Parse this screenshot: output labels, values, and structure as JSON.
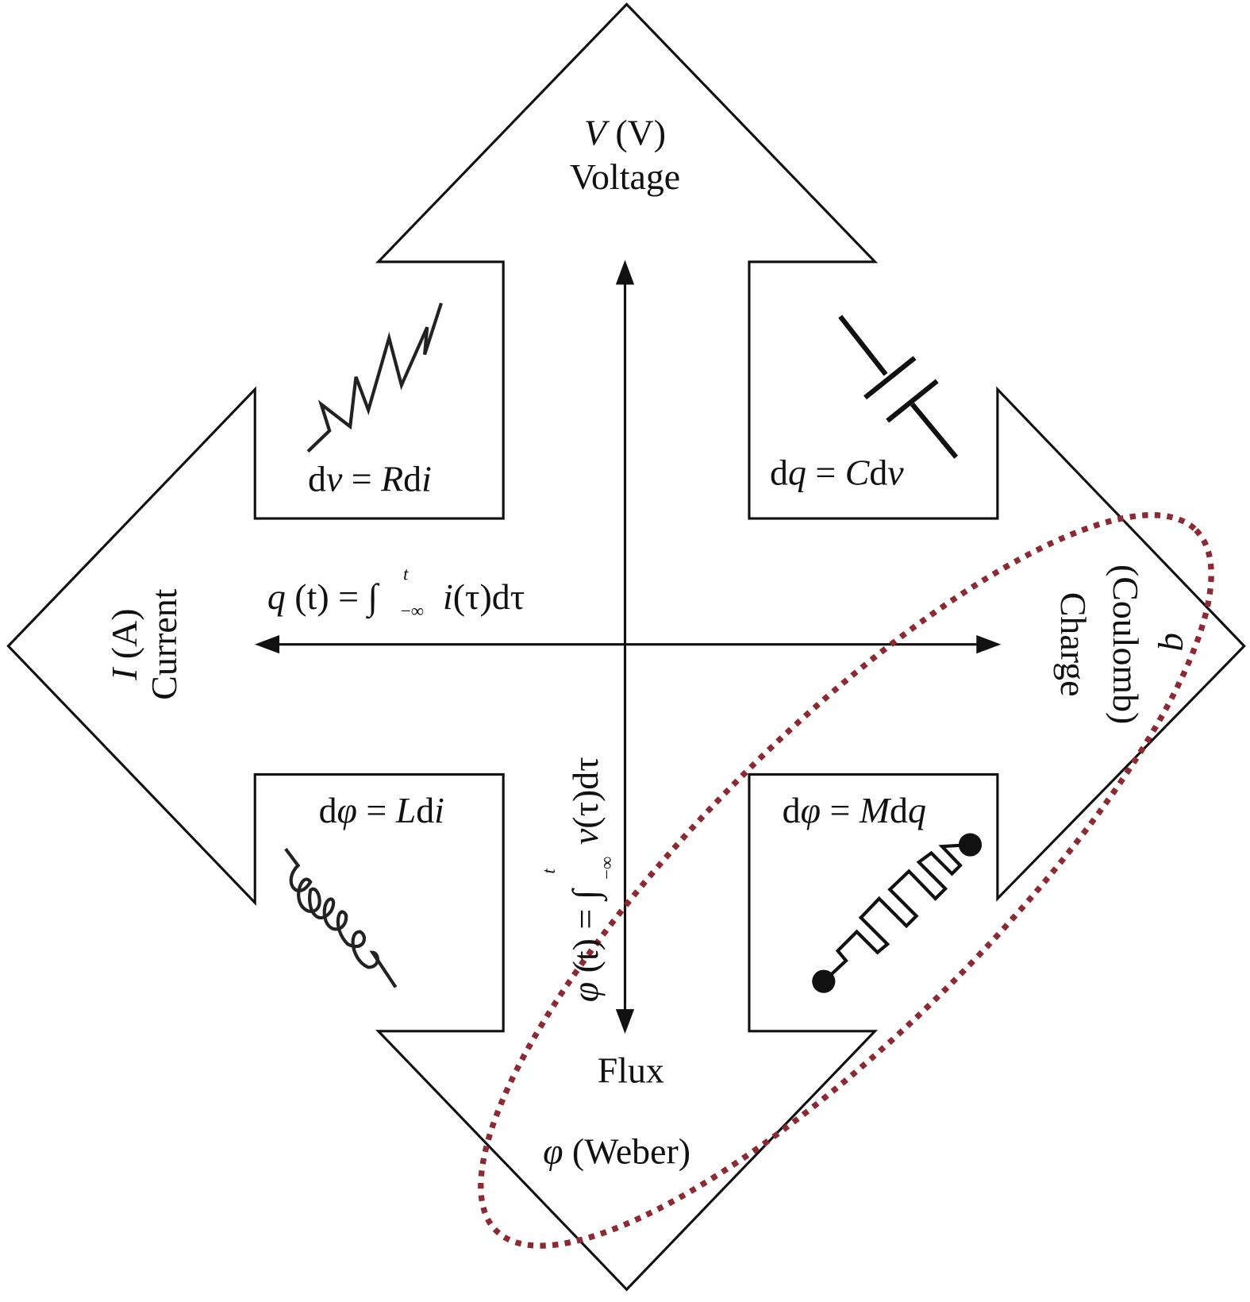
{
  "axes": {
    "voltage": {
      "symbol": "V",
      "unit": "(V)",
      "name": "Voltage"
    },
    "current": {
      "symbol": "I",
      "unit": "(A)",
      "name": "Current"
    },
    "charge": {
      "symbol": "q",
      "unit": "(Coulomb)",
      "name": "Charge"
    },
    "flux": {
      "symbol": "φ",
      "unit": "(Weber)",
      "name": "Flux"
    }
  },
  "relations": {
    "charge_integral": {
      "lhs": "q",
      "arg": "(t) =",
      "int": "∫",
      "upper": "t",
      "lower": "−∞",
      "rhs_var": "i",
      "rhs": "(τ)dτ"
    },
    "flux_integral": {
      "lhs": "φ",
      "arg": "(t) =",
      "int": "∫",
      "upper": "t",
      "lower": "−∞",
      "rhs_var": "v",
      "rhs": "(τ)dτ"
    }
  },
  "elements": {
    "resistor": {
      "d1": "d",
      "v1": "v",
      "eq": " = ",
      "k": "R",
      "d2": "d",
      "v2": "i"
    },
    "capacitor": {
      "d1": "d",
      "v1": "q",
      "eq": " = ",
      "k": "C",
      "d2": "d",
      "v2": "v"
    },
    "inductor": {
      "d1": "d",
      "v1": "φ",
      "eq": " = ",
      "k": "L",
      "d2": "d",
      "v2": "i"
    },
    "memristor": {
      "d1": "d",
      "v1": "φ",
      "eq": " = ",
      "k": "M",
      "d2": "d",
      "v2": "q"
    }
  },
  "colors": {
    "outline": "#111111",
    "highlight": "#8b2a32"
  }
}
